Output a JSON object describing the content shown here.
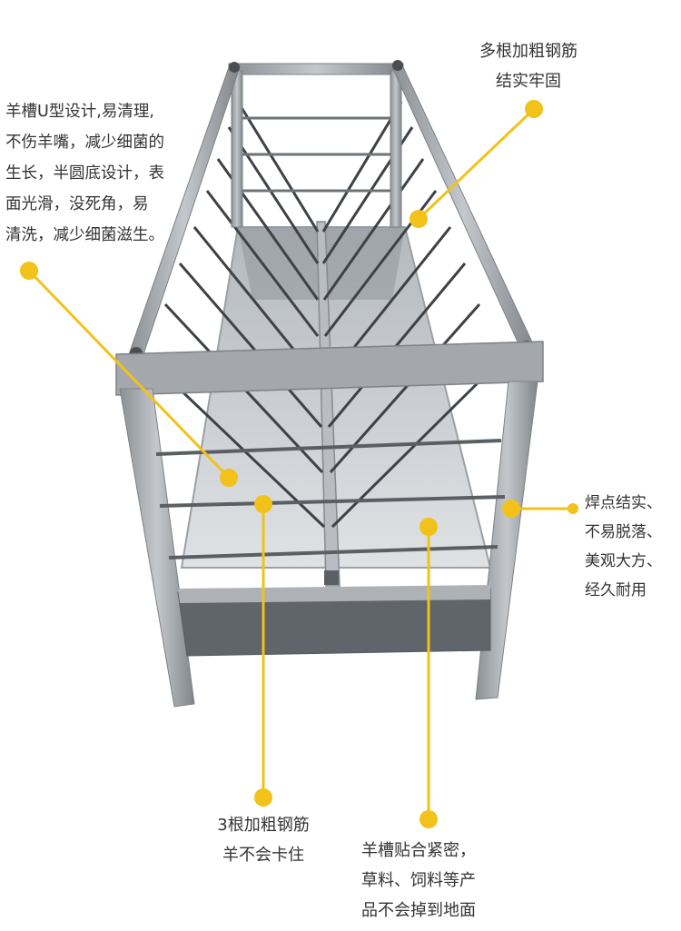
{
  "colors": {
    "accent": "#f2c21a",
    "text": "#333333",
    "frame": "#9ea2a6",
    "trough": "#c9cdd2"
  },
  "callouts": [
    {
      "id": "rebar",
      "lines": [
        "多根加粗钢筋",
        "结实牢固"
      ]
    },
    {
      "id": "u-trough",
      "lines": [
        "羊槽U型设计,易清理,",
        "不伤羊嘴，减少细菌的",
        "生长，半圆底设计，表",
        "面光滑，没死角，易",
        "清洗，减少细菌滋生。"
      ]
    },
    {
      "id": "welds",
      "lines": [
        "焊点结实、",
        "不易脱落、",
        "美观大方、",
        "经久耐用"
      ]
    },
    {
      "id": "three-bars",
      "lines": [
        "3根加粗钢筋",
        "羊不会卡住"
      ]
    },
    {
      "id": "tight-fit",
      "lines": [
        "羊槽贴合紧密，",
        "草料、饲料等产",
        "品不会掉到地面"
      ]
    }
  ]
}
